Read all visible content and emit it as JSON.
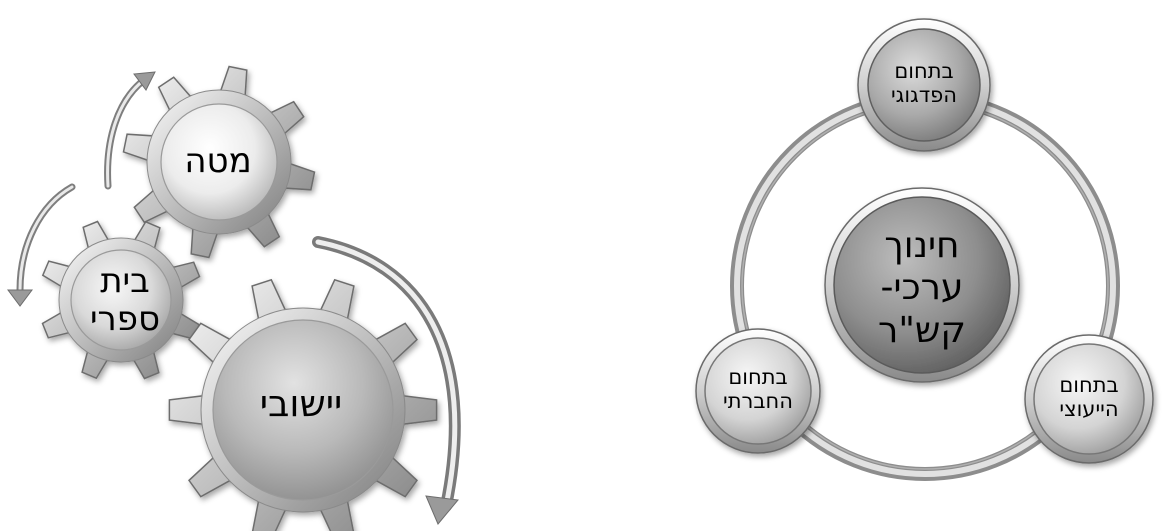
{
  "gears_diagram": {
    "gears": [
      {
        "id": "mateh",
        "lines": [
          "מטה"
        ]
      },
      {
        "id": "beit-sifri",
        "lines": [
          "בית",
          "ספרי"
        ]
      },
      {
        "id": "yishuvi",
        "lines": [
          "יישובי"
        ]
      }
    ]
  },
  "cycle_diagram": {
    "center": {
      "lines": [
        "חינוך",
        "ערכי-",
        "קש\"ר"
      ]
    },
    "nodes": [
      {
        "id": "pedagogic",
        "lines": [
          "בתחום",
          "הפדגוגי"
        ]
      },
      {
        "id": "advisory",
        "lines": [
          "בתחום",
          "הייעוצי"
        ]
      },
      {
        "id": "social",
        "lines": [
          "בתחום",
          "החברתי"
        ]
      }
    ]
  },
  "colors": {
    "gear_light": "#f4f4f4",
    "gear_dark": "#a9a9a9",
    "gear_edge": "#6d6d6d",
    "ring": "#b5b5b5",
    "center_fill": "#8f8f8f",
    "node_fill": "#aeaeae"
  }
}
